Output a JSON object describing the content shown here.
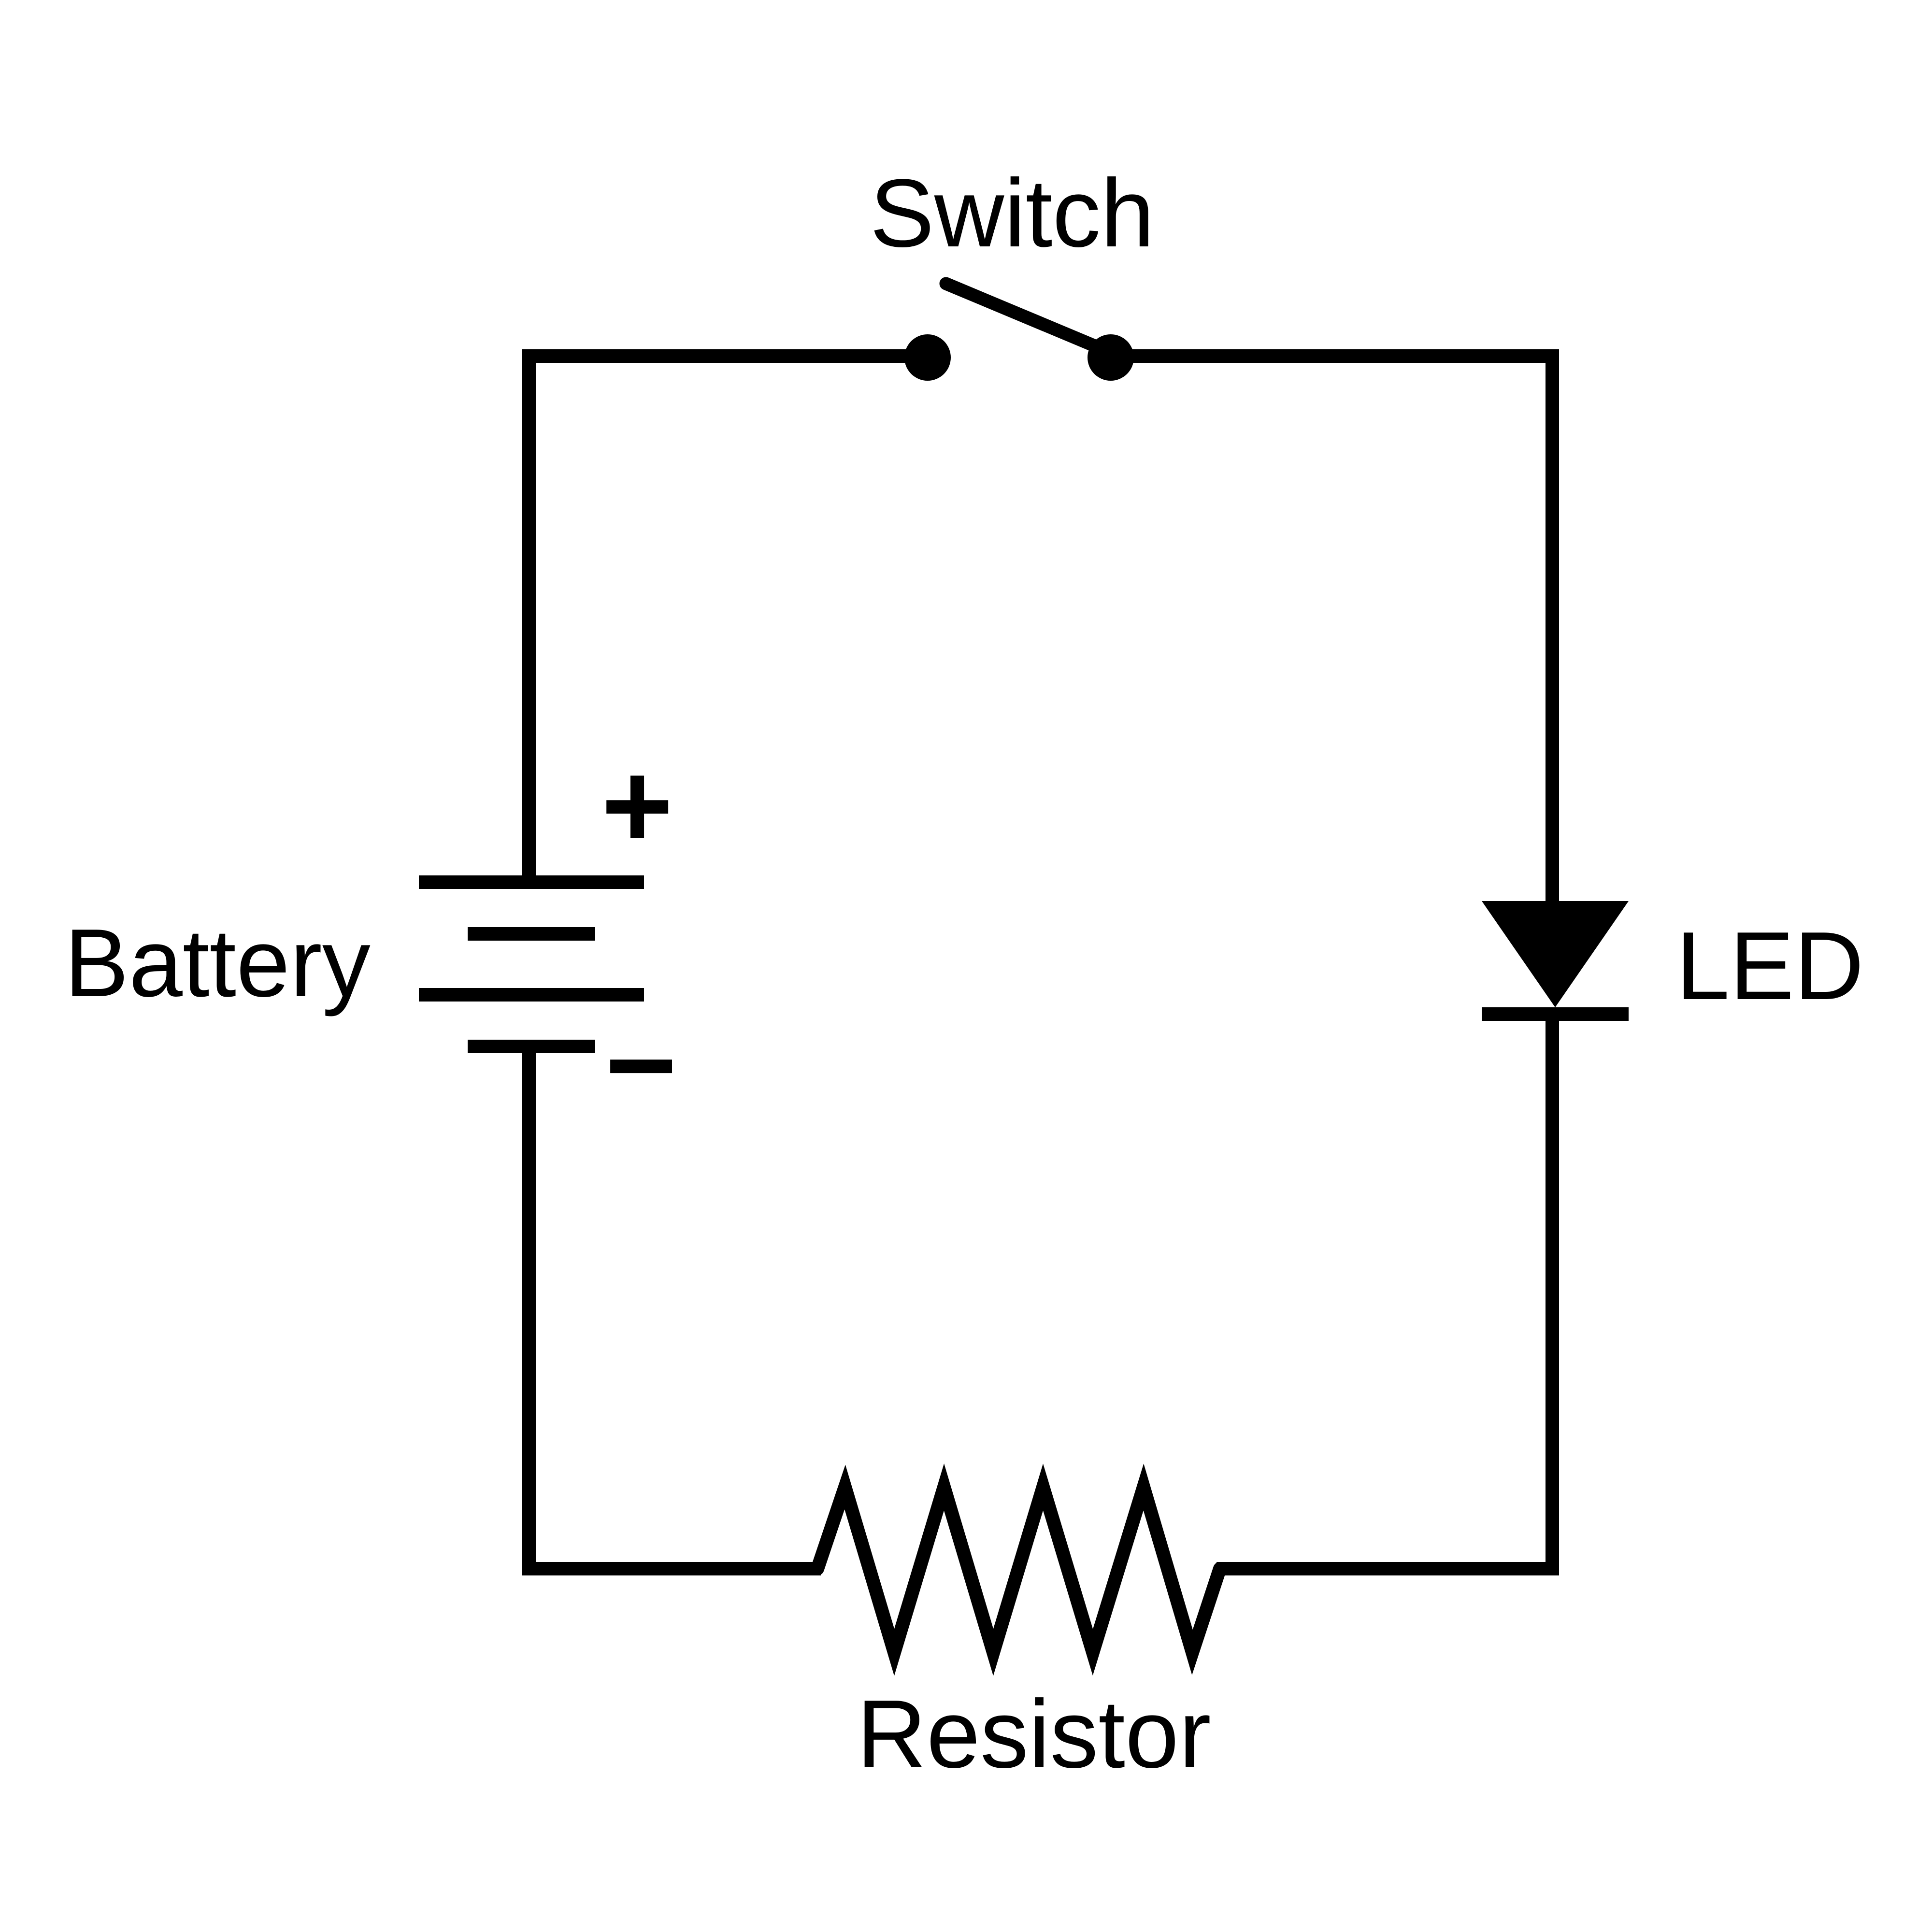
{
  "colors": {
    "line": "#000000",
    "background": "#ffffff"
  },
  "components": {
    "switch": {
      "label": "Switch"
    },
    "battery": {
      "label": "Battery",
      "positive": "+",
      "negative": "−"
    },
    "led": {
      "label": "LED"
    },
    "resistor": {
      "label": "Resistor"
    }
  }
}
